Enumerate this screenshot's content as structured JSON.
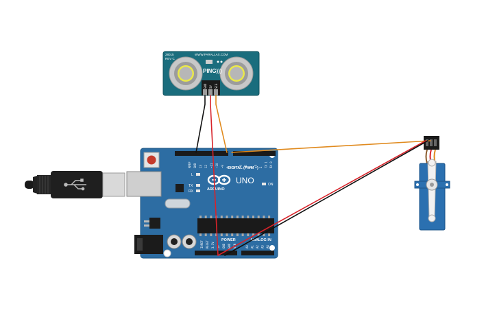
{
  "ping_sensor": {
    "part_number": "28015",
    "revision": "REV C",
    "url": "WWW.PARALLAX.COM",
    "name": "PING)))",
    "pins": [
      "GND",
      "5V",
      "SIG"
    ]
  },
  "arduino": {
    "brand": "ARDUINO",
    "model": "UNO",
    "digital_header_label": "DIGITAL (PWM ~)",
    "power_label": "POWER",
    "analog_label": "ANALOG IN",
    "led_on": "ON",
    "led_l": "L",
    "led_tx": "TX",
    "led_rx": "RX",
    "digital_pins_left": [
      "AREF",
      "GND",
      "13",
      "12",
      "~11",
      "~10",
      "~9",
      "8"
    ],
    "digital_pins_right": [
      "7",
      "~6",
      "~5",
      "4",
      "~3",
      "2",
      "TX 1",
      "RX 0"
    ],
    "power_pins": [
      "IOREF",
      "RESET",
      "3.3V",
      "5V",
      "GND",
      "GND",
      "VIN"
    ],
    "analog_pins": [
      "A0",
      "A1",
      "A2",
      "A3",
      "A4",
      "A5"
    ]
  },
  "colors": {
    "board": "#2d6da3",
    "sensor": "#1a6d7d",
    "wire_black": "#111111",
    "wire_red": "#d8232a",
    "wire_orange": "#e08a1e",
    "servo": "#2b70b0"
  }
}
